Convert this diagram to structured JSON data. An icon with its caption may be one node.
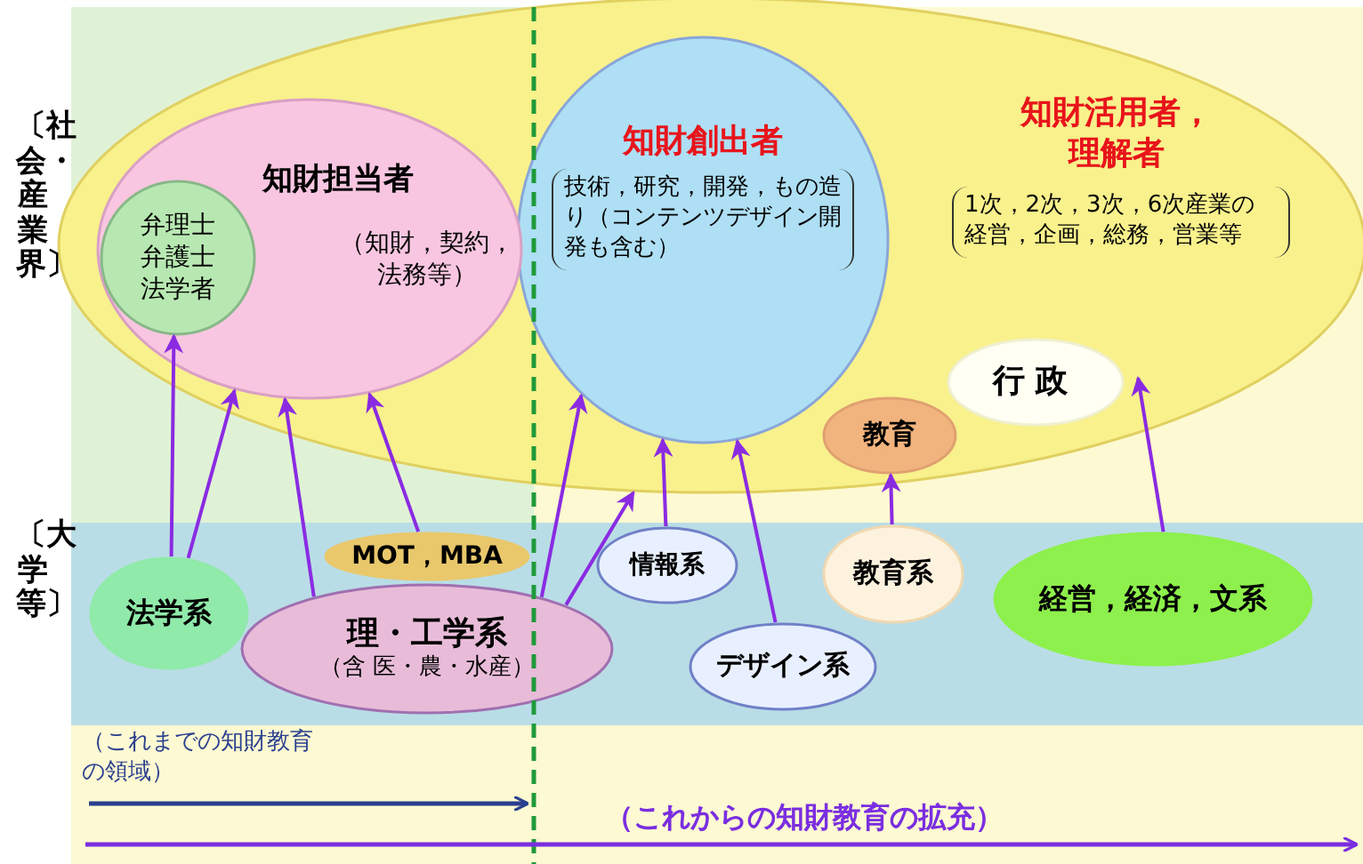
{
  "diagram": {
    "nodes": [
      {
        "text": [
          "知財活用者，理解者",
          "1次，2次，3次，6次産業の経営，企画，総務，営業等"
        ]
      },
      {
        "text": [
          "知財創出者",
          "技術，研究，開発，もの造り（コンテンツデザイン開発も含む）"
        ],
        "in": 0
      },
      {
        "text": [
          "知財担当者",
          "（知財，契約，法務等）"
        ],
        "in": 0
      },
      {
        "text": [
          "弁理士",
          "弁護士",
          "法学者"
        ],
        "in": 2
      },
      {
        "text": [
          "教育"
        ],
        "in": 0
      },
      {
        "text": [
          "行政"
        ],
        "in": 0
      },
      {
        "text": [
          "法学系"
        ]
      },
      {
        "text": [
          "MOT，MBA"
        ]
      },
      {
        "text": [
          "理・工学系",
          "（含 医・農・水産）"
        ]
      },
      {
        "text": [
          "情報系"
        ]
      },
      {
        "text": [
          "教育系"
        ]
      },
      {
        "text": [
          "経営，経済，文系"
        ]
      },
      {
        "text": [
          "デザイン系"
        ]
      }
    ],
    "edges": [
      {
        "from": 6,
        "to": 3,
        "arrow": "to"
      },
      {
        "from": 6,
        "to": 2,
        "arrow": "to"
      },
      {
        "from": 8,
        "to": 2,
        "arrow": "to"
      },
      {
        "from": 7,
        "to": 2,
        "arrow": "to"
      },
      {
        "from": 8,
        "to": 1,
        "arrow": "to"
      },
      {
        "from": 8,
        "to": 0,
        "arrow": "to"
      },
      {
        "from": 9,
        "to": 1,
        "arrow": "to"
      },
      {
        "from": 12,
        "to": 1,
        "arrow": "to"
      },
      {
        "from": 10,
        "to": 4,
        "arrow": "to"
      },
      {
        "from": 11,
        "to": 5,
        "arrow": "to"
      }
    ],
    "labels": [
      "〔社会・産業界〕",
      "〔大学等〕",
      "（これまでの知財教育の領域）",
      "（これからの知財教育の拡充）"
    ]
  }
}
